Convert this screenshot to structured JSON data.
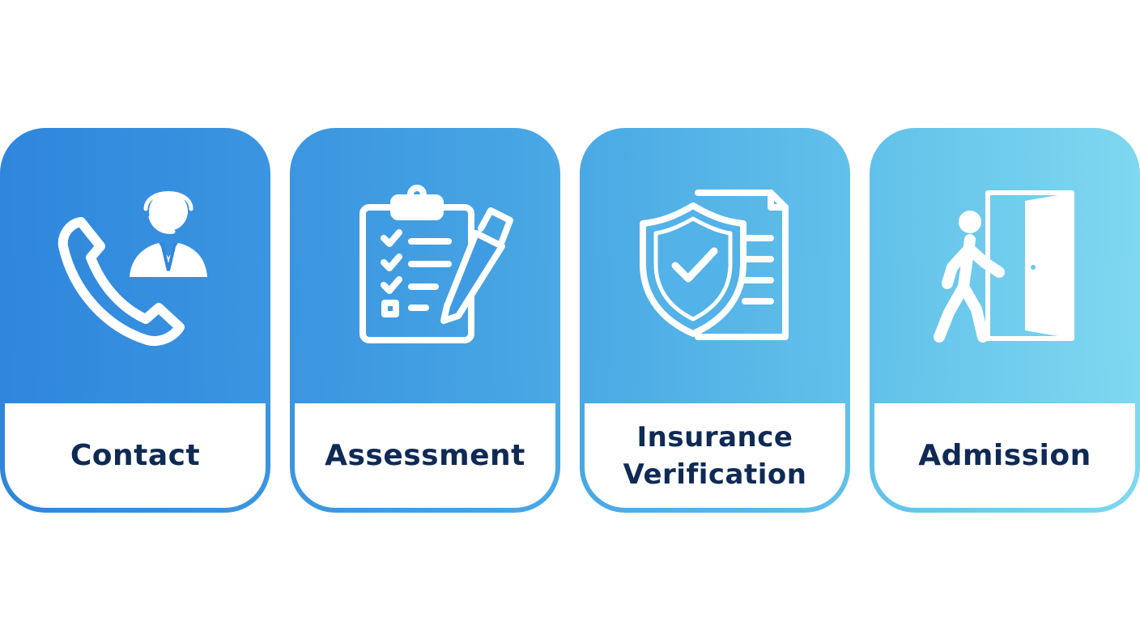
{
  "steps": [
    {
      "label": "Contact",
      "icon": "phone-agent-icon",
      "colors": [
        "#2f86dc",
        "#3b95e0"
      ]
    },
    {
      "label": "Assessment",
      "icon": "clipboard-checklist-icon",
      "colors": [
        "#3b95e0",
        "#4aa8e4"
      ]
    },
    {
      "label": "Insurance Verification",
      "icon": "shield-document-icon",
      "colors": [
        "#4aa8e4",
        "#62c1ea"
      ]
    },
    {
      "label": "Admission",
      "icon": "person-entering-door-icon",
      "colors": [
        "#62c1ea",
        "#7fd8f0"
      ]
    }
  ]
}
